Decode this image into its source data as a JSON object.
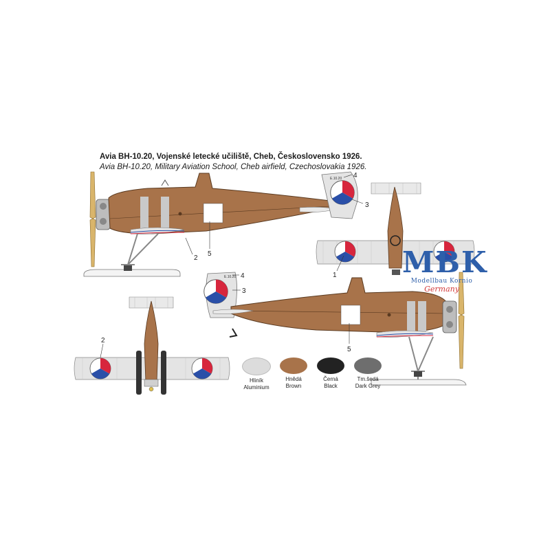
{
  "title": {
    "czech": "Avia BH-10.20, Vojenské letecké učiliště, Cheb, Československo 1926.",
    "english": "Avia BH-10.20, Military Aviation School, Cheb airfield, Czechoslovakia 1926."
  },
  "aircraft_registration": "E.10.20",
  "callouts": {
    "upper_side": [
      "4",
      "3",
      "2",
      "5"
    ],
    "lower_side": [
      "4",
      "3",
      "5"
    ],
    "top_view": [
      "1"
    ],
    "bottom_view": [
      "2"
    ]
  },
  "colors": [
    {
      "czech": "Hliník",
      "english": "Aluminium",
      "hex": "#dcdcdc",
      "icon": "color-swatch"
    },
    {
      "czech": "Hnědá",
      "english": "Brown",
      "hex": "#a8734a",
      "icon": "color-swatch"
    },
    {
      "czech": "Černá",
      "english": "Black",
      "hex": "#222222",
      "icon": "color-swatch"
    },
    {
      "czech": "Tm.šedá",
      "english": "Dark Grey",
      "hex": "#6e6e6e",
      "icon": "color-swatch"
    }
  ],
  "brand": {
    "logo": "MBK",
    "subtitle": "Modellbau Kornio",
    "country": "Germany",
    "colors": {
      "primary": "#2e5faa",
      "accent": "#d23a3a"
    }
  },
  "roundel_colors": {
    "white": "#ffffff",
    "red": "#d7263d",
    "blue": "#2a4fa8"
  }
}
